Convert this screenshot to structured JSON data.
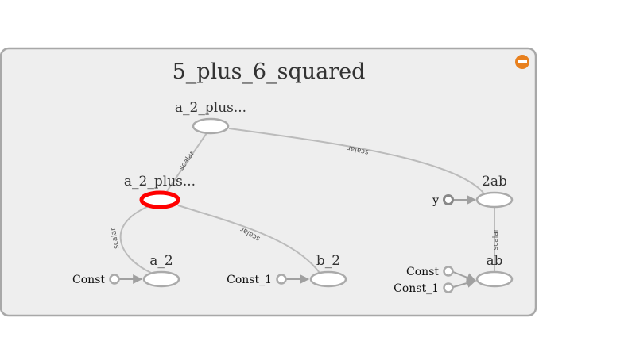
{
  "group": {
    "title": "5_plus_6_squared"
  },
  "nodes": {
    "top_sum": "a_2_plus...",
    "mid_sum": "a_2_plus...",
    "two_ab": "2ab",
    "a_2": "a_2",
    "b_2": "b_2",
    "ab": "ab"
  },
  "inputs": {
    "const_a": "Const",
    "const_1_b": "Const_1",
    "y": "y",
    "const_ab": "Const",
    "const_1_ab": "Const_1"
  },
  "edges": {
    "mid_to_top": "scalar",
    "twoab_to_top": "scalar",
    "a2_to_mid": "scalar",
    "b2_to_mid": "scalar",
    "ab_to_twoab": "scalar"
  },
  "colors": {
    "panel_fill": "#eeeeee",
    "panel_border": "#a8a8a8",
    "node_stroke": "#aaaaaa",
    "selected_stroke": "#ff0000",
    "edge": "#bbbbbb",
    "arrow": "#a0a0a0",
    "collapse_button": "#e8801e"
  },
  "icons": {
    "collapse": "minus-circle-icon"
  }
}
